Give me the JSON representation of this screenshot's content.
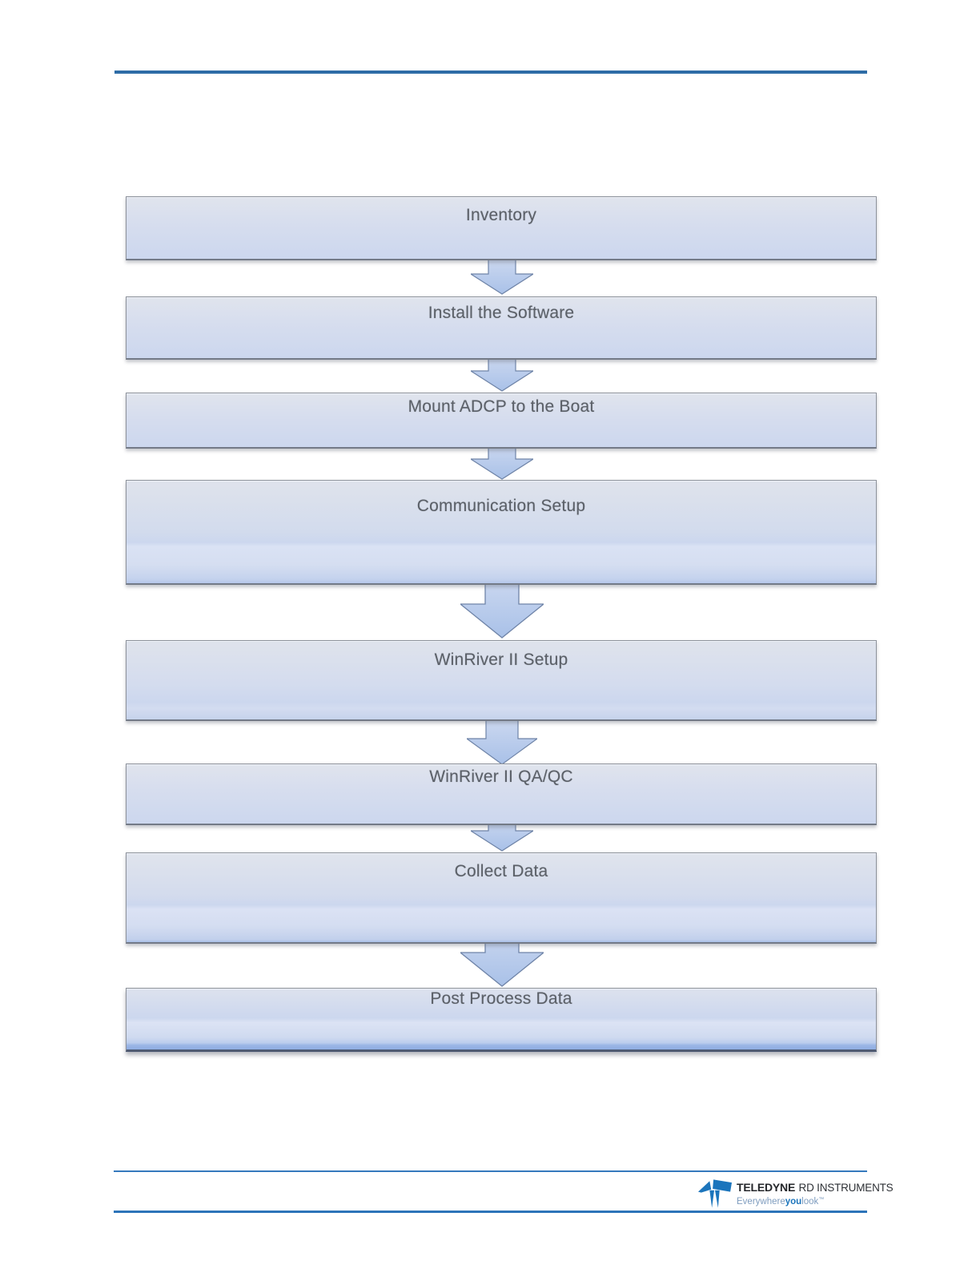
{
  "flowchart": {
    "steps": [
      {
        "label": "Inventory"
      },
      {
        "label": "Install the Software"
      },
      {
        "label": "Mount ADCP to the Boat"
      },
      {
        "label": "Communication Setup"
      },
      {
        "label": "WinRiver II Setup"
      },
      {
        "label": "WinRiver II QA/QC"
      },
      {
        "label": "Collect Data"
      },
      {
        "label": "Post Process Data"
      }
    ]
  },
  "footer": {
    "brand": "TELEDYNE",
    "brand_suffix": "RD INSTRUMENTS",
    "tagline_prefix": "Everywhere",
    "tagline_accent": "you",
    "tagline_suffix": "look",
    "trademark": "™"
  },
  "colors": {
    "header_rule_blue": "#2e6ca6",
    "footer_rule_blue": "#2d74b9",
    "box_fill_top": "#e0e4ed",
    "box_fill_bottom": "#ccd7ee",
    "box_border": "#8d929b",
    "arrow_fill_top": "#cdd9f0",
    "arrow_fill_bottom": "#a9c1e8",
    "arrow_border": "#6f84a8",
    "step_text": "#5b6068",
    "logo_blue": "#1c75bc"
  }
}
